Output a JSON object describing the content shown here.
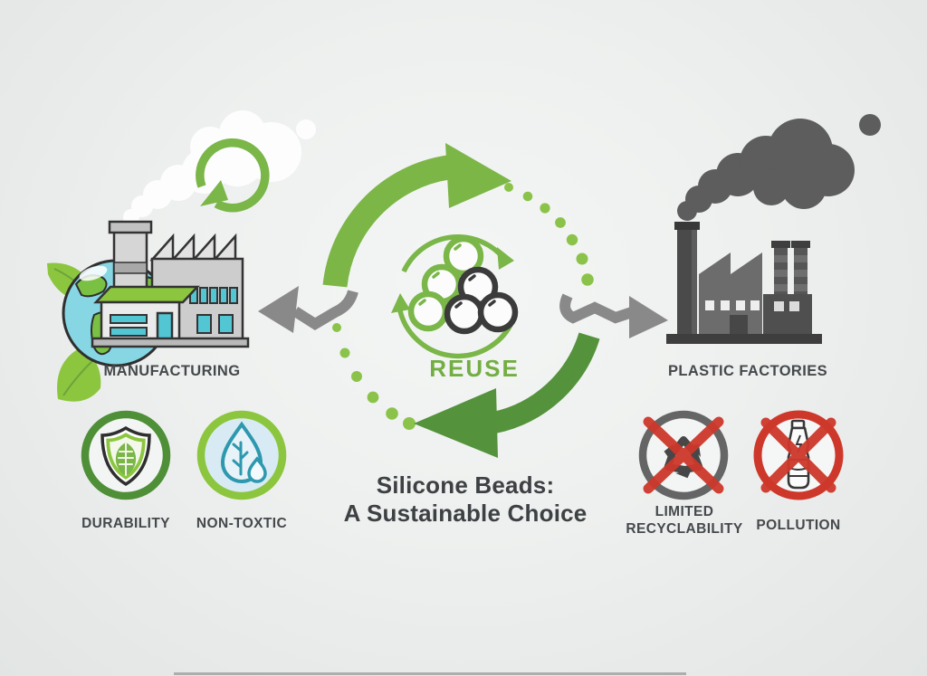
{
  "title": {
    "line1": "Silicone Beads:",
    "line2": "A Sustainable Choice"
  },
  "cycle": {
    "label": "REUSE"
  },
  "nodes": {
    "manufacturing": {
      "label": "MANUFACTURING",
      "icon": "eco-factory-icon"
    },
    "plastic_factories": {
      "label": "PLASTIC FACTORIES",
      "icon": "polluting-factory-icon"
    }
  },
  "benefits": [
    {
      "id": "durability",
      "label": "DURABILITY",
      "icon": "shield-leaf-icon"
    },
    {
      "id": "non_toxic",
      "label": "NON-TOXTIC",
      "icon": "water-drop-leaf-icon"
    }
  ],
  "drawbacks": [
    {
      "id": "limited_recyclability",
      "label": "LIMITED RECYCLABILITY",
      "icon": "crossed-recycling-icon"
    },
    {
      "id": "pollution",
      "label": "POLLUTION",
      "icon": "crossed-plastic-bottle-icon"
    }
  ],
  "colors": {
    "accent_green": "#7ab648",
    "accent_green_dark": "#55923c",
    "accent_green_light": "#8cc63f",
    "window_teal": "#53c6d4",
    "arrow_grey": "#898989",
    "smoke_grey": "#5d5d5d",
    "alert_red": "#ce382b",
    "text_dark": "#45494c",
    "background": "#eef0ef"
  }
}
